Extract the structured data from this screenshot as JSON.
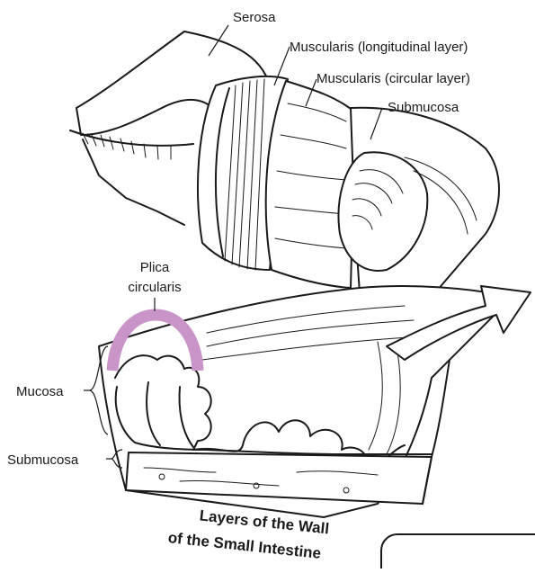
{
  "labels": {
    "serosa": "Serosa",
    "muscularis_longitudinal": "Muscularis (longitudinal layer)",
    "muscularis_circular": "Muscularis (circular layer)",
    "submucosa_top": "Submucosa",
    "plica_line1": "Plica",
    "plica_line2": "circularis",
    "mucosa": "Mucosa",
    "submucosa_left": "Submucosa"
  },
  "title": {
    "line1": "Layers of the Wall",
    "line2": "of the Small Intestine"
  },
  "colors": {
    "ink": "#1a1a1a",
    "plica_highlight": "#c994c7",
    "background": "#ffffff"
  }
}
